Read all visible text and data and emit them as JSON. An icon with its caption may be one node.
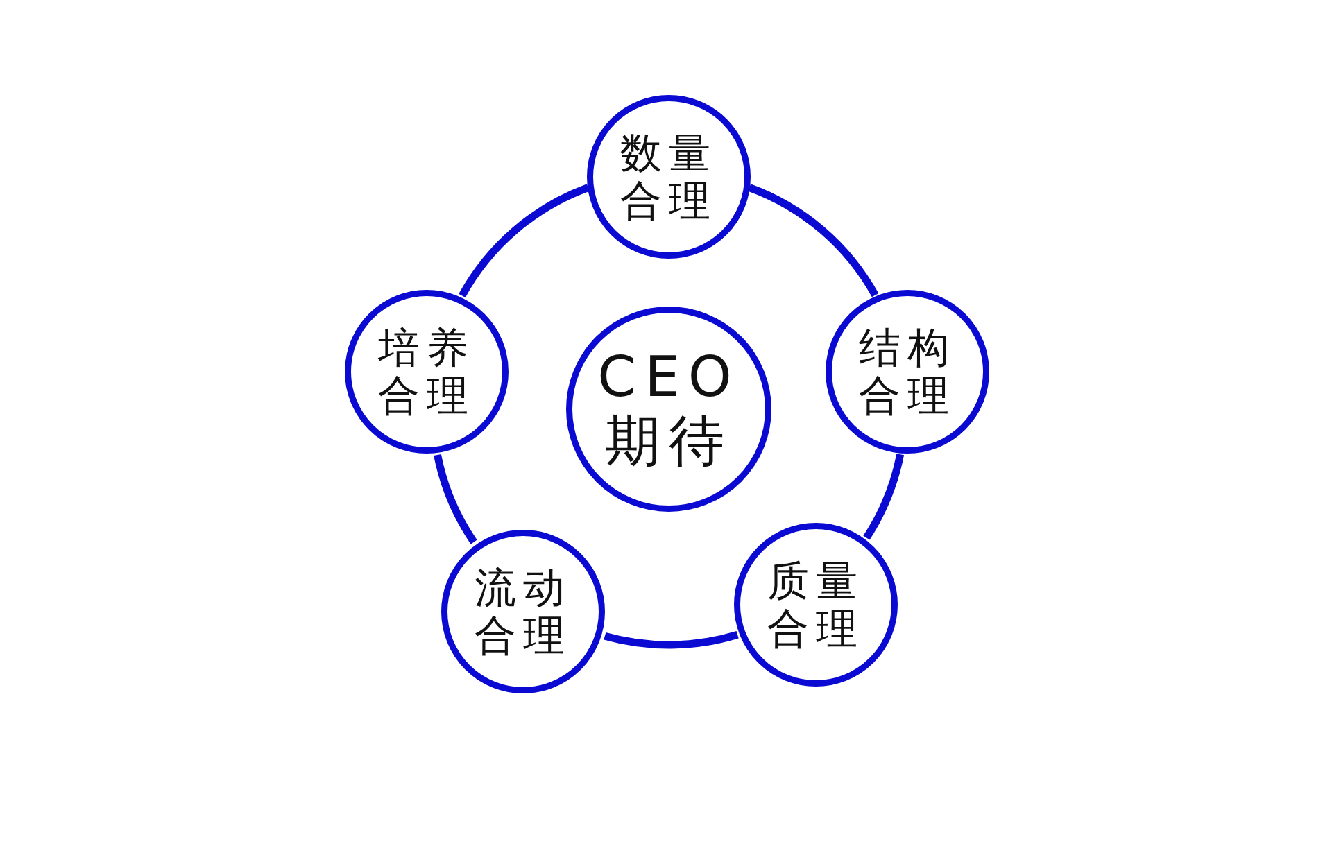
{
  "diagram": {
    "nodes": [
      {
        "text": [
          "CEO期待"
        ]
      },
      {
        "text": [
          "数量合理"
        ]
      },
      {
        "text": [
          "结构合理"
        ]
      },
      {
        "text": [
          "质量合理"
        ]
      },
      {
        "text": [
          "流动合理"
        ]
      },
      {
        "text": [
          "培养合理"
        ]
      }
    ],
    "edges": [
      {
        "from": 1,
        "to": 2,
        "arrow": "none"
      },
      {
        "from": 2,
        "to": 3,
        "arrow": "none"
      },
      {
        "from": 3,
        "to": 4,
        "arrow": "none"
      },
      {
        "from": 4,
        "to": 5,
        "arrow": "none"
      },
      {
        "from": 5,
        "to": 1,
        "arrow": "none"
      }
    ]
  }
}
